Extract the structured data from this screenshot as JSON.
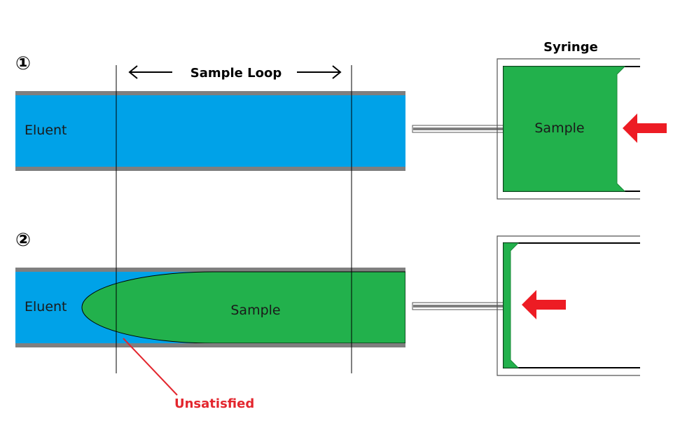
{
  "colors": {
    "eluent": "#00a2e8",
    "sample": "#22b14c",
    "wall": "#7f7f7f",
    "arrow": "#ed1c24",
    "annotation": "#e3262e"
  },
  "panel1": {
    "step": "①",
    "eluent_label": "Eluent",
    "syringe_sample_label": "Sample"
  },
  "panel2": {
    "step": "②",
    "eluent_label": "Eluent",
    "sample_label": "Sample"
  },
  "sample_loop_label": "Sample Loop",
  "syringe_title": "Syringe",
  "annotation": {
    "label": "Unsatisfied"
  },
  "icons": {
    "push_arrow": "red-arrow-left-icon",
    "span_arrow": "double-arrow-icon"
  }
}
